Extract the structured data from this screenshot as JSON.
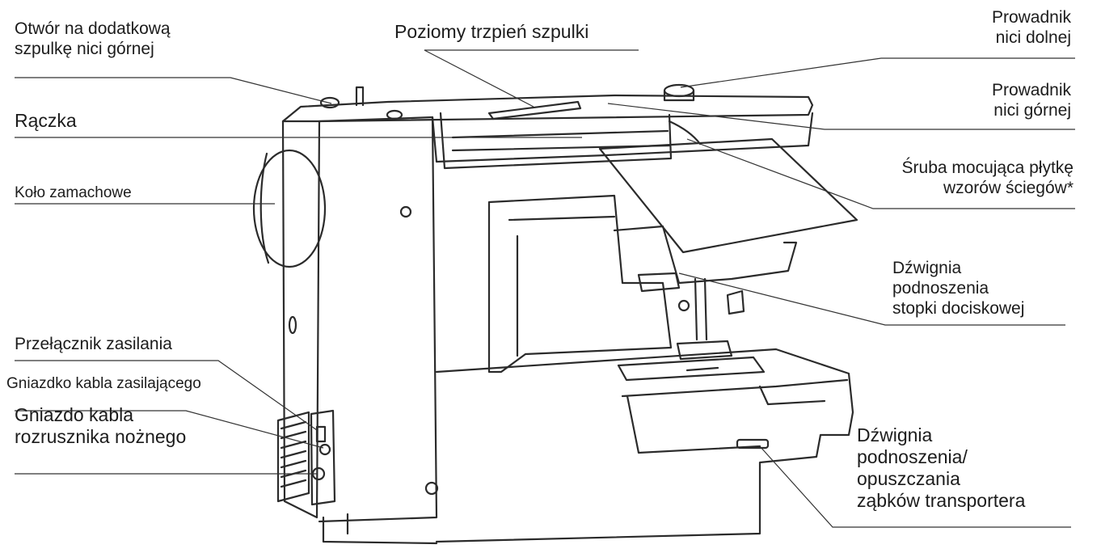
{
  "labels": {
    "extra_spool_hole": "Otwór na dodatkową\nszpulkę nici górnej",
    "horizontal_spool_pin": "Poziomy trzpień szpulki",
    "lower_thread_guide": "Prowadnik\nnici dolnej",
    "upper_thread_guide": "Prowadnik\nnici górnej",
    "handle": "Rączka",
    "handwheel": "Koło zamachowe",
    "pattern_plate_screw": "Śruba mocująca płytkę\nwzorów ściegów*",
    "presser_foot_lever": "Dźwignia\npodnoszenia\nstopki dociskowej",
    "power_switch": "Przełącznik zasilania",
    "power_cord_socket": "Gniazdko kabla zasilającego",
    "foot_controller_socket": "Gniazdo kabla\nrozrusznika nożnego",
    "feed_dog_lever": "Dźwignia\npodnoszenia/\nopuszczania\nząbków transportera"
  },
  "colors": {
    "line": "#333333",
    "text": "#1c1c1c",
    "background": "#ffffff"
  }
}
